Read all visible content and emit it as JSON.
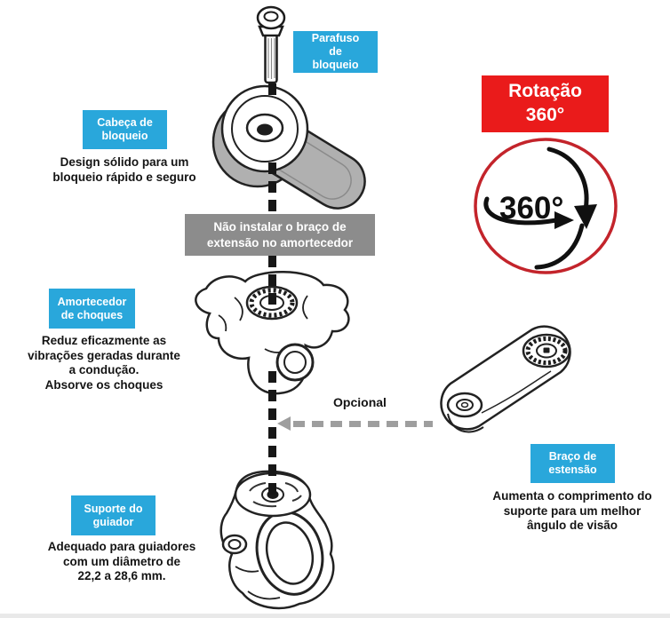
{
  "colors": {
    "label_blue": "#29a7db",
    "warning_gray": "#8c8c8c",
    "alert_red": "#ea1b1b",
    "circle_ring_red": "#c3242b",
    "dashed_arrow_gray": "#9e9e9e",
    "dashed_axis_black": "#171717"
  },
  "callouts": {
    "parafuso_label": "Parafuso\nde\nbloqueio",
    "cabeca_label": "Cabeça de\nbloqueio",
    "cabeca_desc": "Design sólido para um\nbloqueio rápido e seguro",
    "warning_text": "Não instalar o braço de\nextensão no amortecedor",
    "rotacao_label": "Rotação\n360°",
    "rotacao_circle": "360°",
    "amortecedor_label": "Amortecedor\nde choques",
    "amortecedor_desc": "Reduz eficazmente as\nvibrações geradas durante\na condução.\nAbsorve os choques",
    "opcional_label": "Opcional",
    "braco_label": "Braço de\nestensão",
    "braco_desc": "Aumenta o comprimento do\nsuporte para um melhor\nângulo de visão",
    "suporte_label": "Suporte do\nguiador",
    "suporte_desc": "Adequado para guiadores\ncom um diâmetro de\n22,2 a 28,6 mm."
  },
  "illustrations": [
    "locking-bolt",
    "locking-head",
    "shock-absorber",
    "extension-arm",
    "handlebar-mount",
    "rotation-360-badge"
  ]
}
